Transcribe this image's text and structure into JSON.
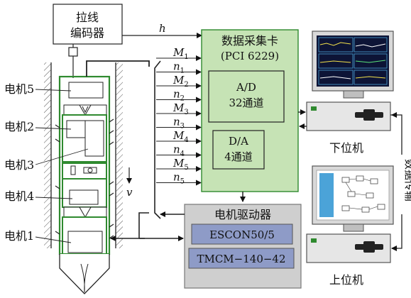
{
  "encoder": {
    "line1": "拉线",
    "line2": "编码器"
  },
  "signal_h": "h",
  "daq": {
    "title": "数据采集卡",
    "model": "(PCI 6229)",
    "ad_line1": "A/D",
    "ad_line2": "32通道",
    "da_line1": "D/A",
    "da_line2": "4通道"
  },
  "signals": [
    {
      "base": "M",
      "sub": "1"
    },
    {
      "base": "n",
      "sub": "1"
    },
    {
      "base": "M",
      "sub": "2"
    },
    {
      "base": "n",
      "sub": "2"
    },
    {
      "base": "M",
      "sub": "3"
    },
    {
      "base": "n",
      "sub": "3"
    },
    {
      "base": "M",
      "sub": "4"
    },
    {
      "base": "n",
      "sub": "4"
    },
    {
      "base": "M",
      "sub": "5"
    },
    {
      "base": "n",
      "sub": "5"
    }
  ],
  "motors": {
    "m5": "电机5",
    "m2": "电机2",
    "m3": "电机3",
    "m4": "电机4",
    "m1": "电机1"
  },
  "velocity": "v",
  "driver": {
    "title": "电机驱动器",
    "esc": "ESCON50/5",
    "tmcm": "TMCM−140−42"
  },
  "lower_pc": "下位机",
  "upper_pc": "上位机",
  "comm": "数据传输",
  "colors": {
    "green_fill": "#c6e3b5",
    "green_stroke": "#2f8a2f",
    "gray_fill": "#cfcfcf",
    "blue_box": "#8e9bc7",
    "screen_dark": "#0d1436",
    "screen_blue": "#4ba3d8"
  }
}
